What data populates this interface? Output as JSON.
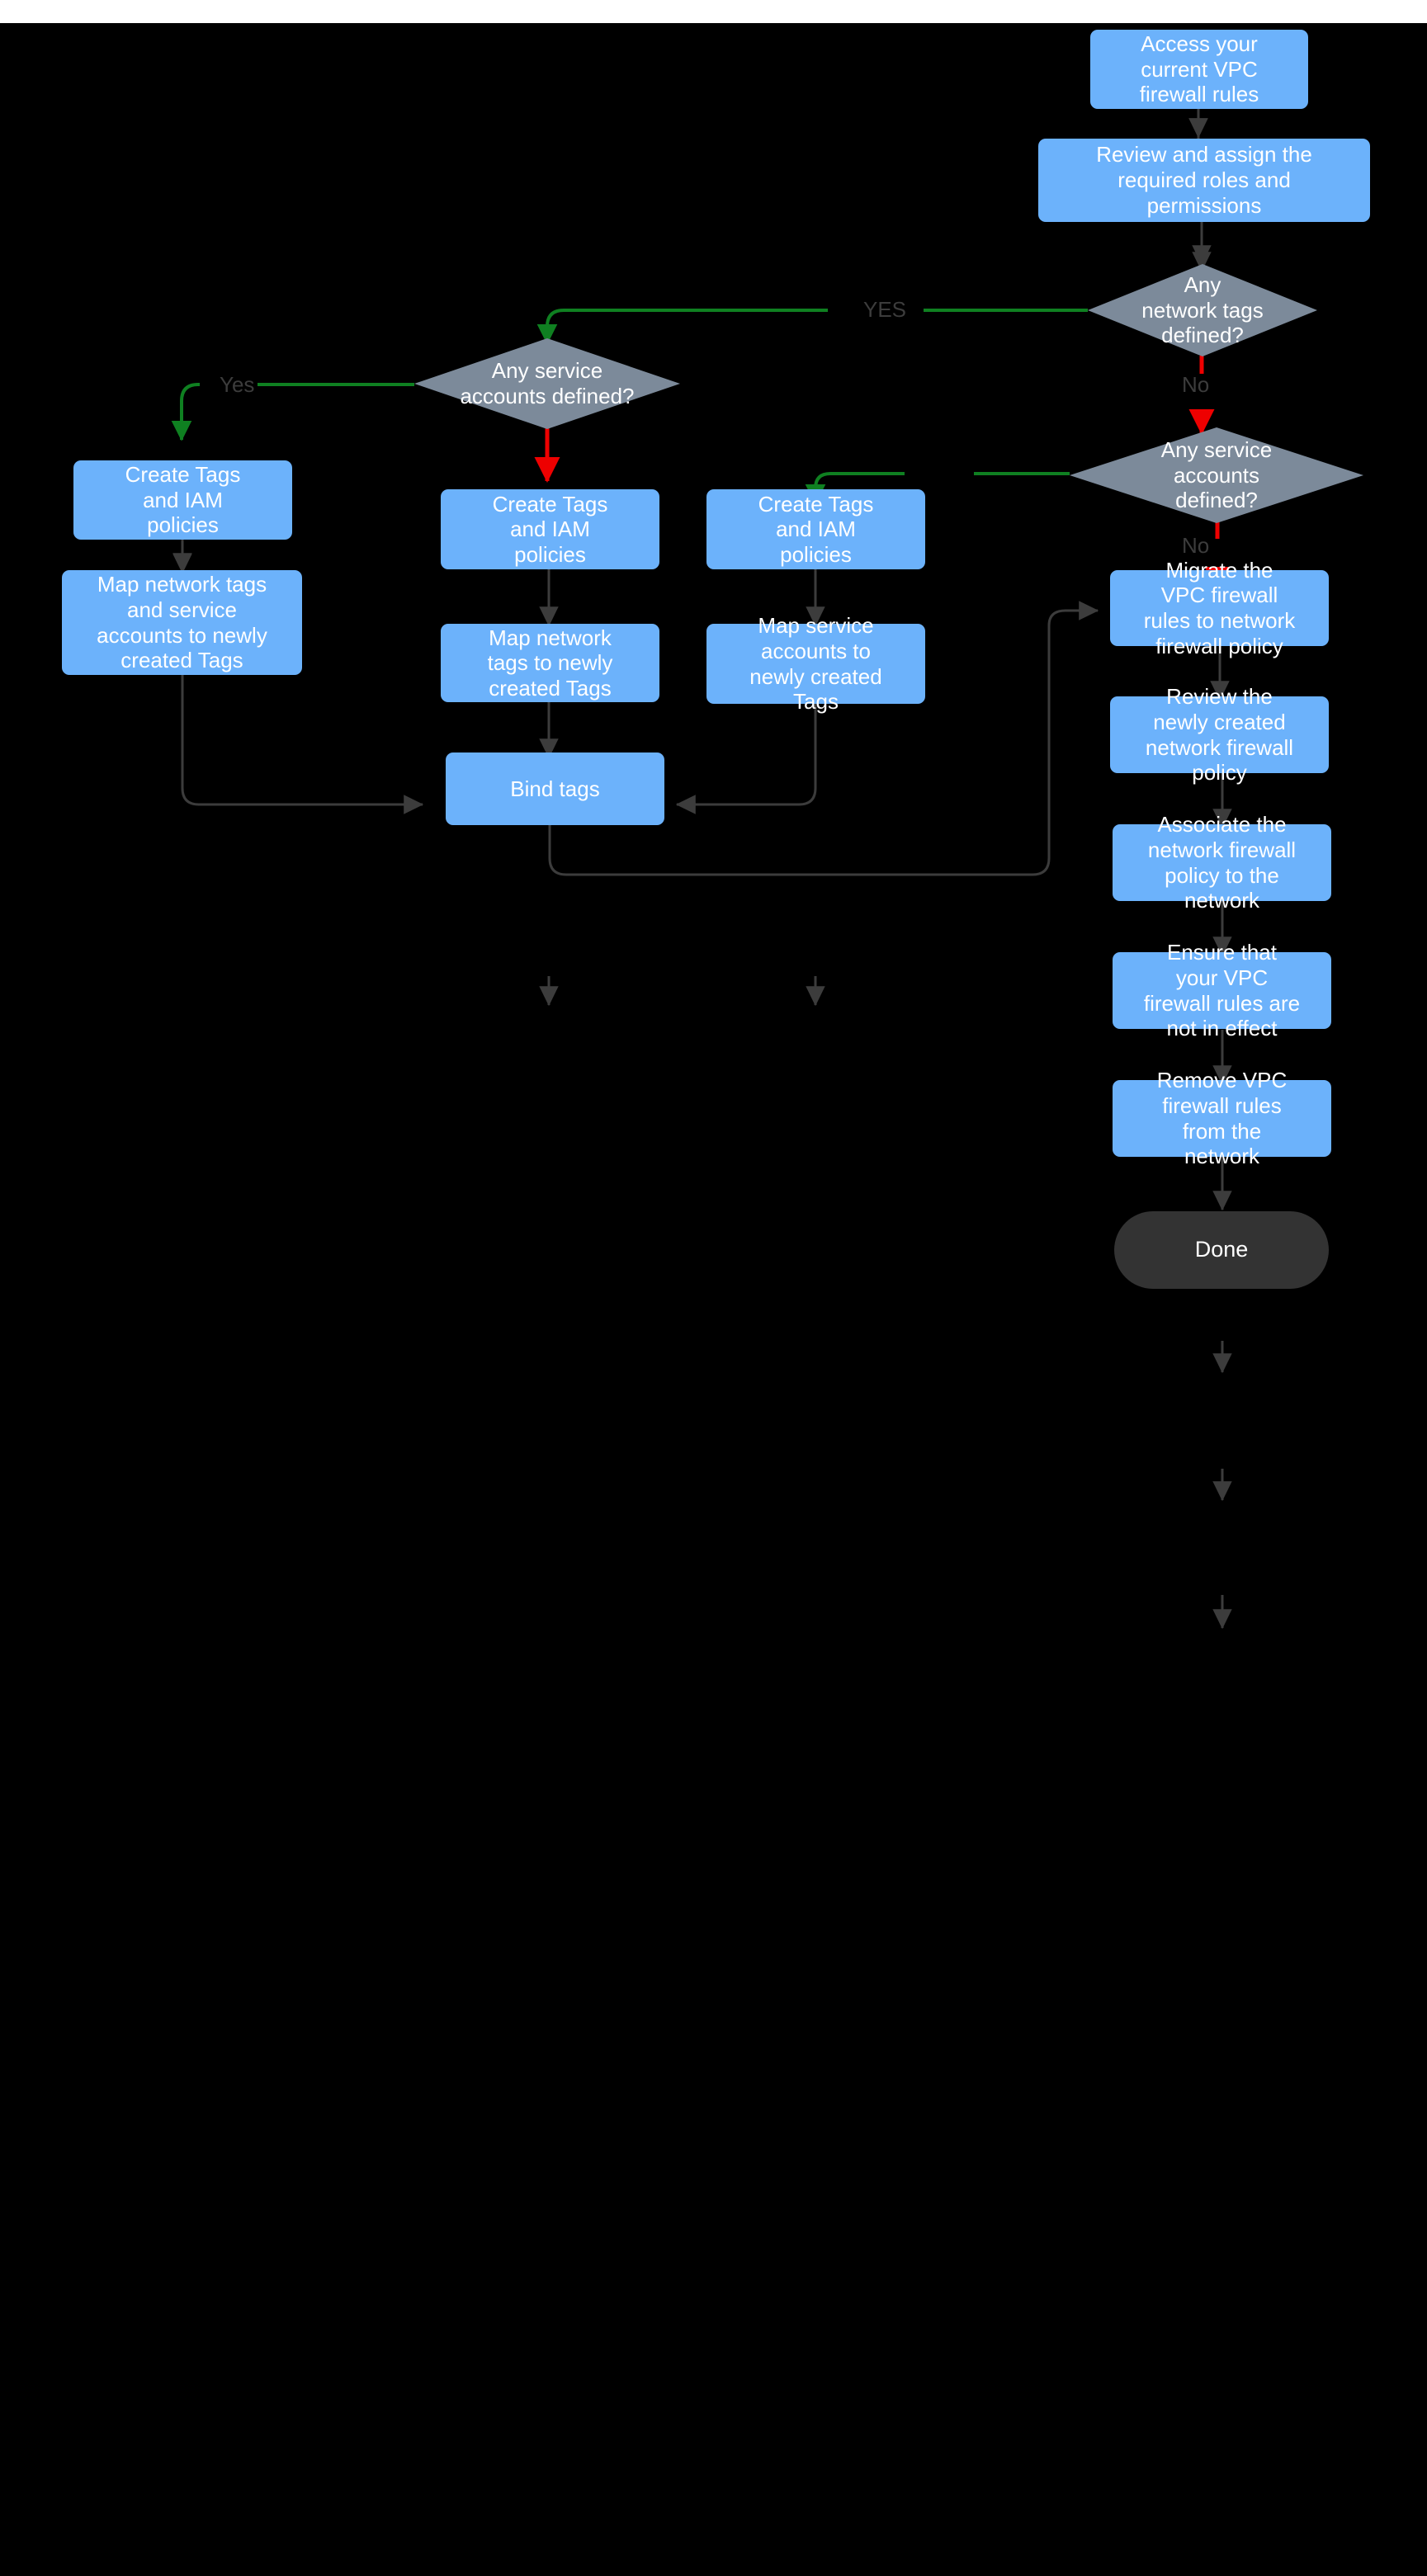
{
  "diagram": {
    "title": "VPC firewall rules to network firewall policy migration flowchart",
    "background": "#000000",
    "top_band": "#ffffff",
    "colors": {
      "process_fill": "#6CB2FB",
      "decision_fill": "#7C8A9A",
      "terminal_fill": "#333333",
      "node_text": "#ffffff",
      "edge_default": "#3c3c3c",
      "edge_yes": "#0f8021",
      "edge_no": "#ee0000",
      "edge_label_text": "#3c3c3c"
    }
  },
  "nodes": [
    {
      "id": "access_rules",
      "type": "process",
      "label": "Access your\ncurrent VPC\nfirewall rules"
    },
    {
      "id": "review_roles",
      "type": "process",
      "label": "Review and assign the\nrequired roles and\npermissions"
    },
    {
      "id": "q_network_tags",
      "type": "decision",
      "label": "Any\nnetwork tags\ndefined?"
    },
    {
      "id": "q_svc_left",
      "type": "decision",
      "label": "Any service\naccounts defined?"
    },
    {
      "id": "q_svc_right",
      "type": "decision",
      "label": "Any service\naccounts\ndefined?"
    },
    {
      "id": "create_tags_left",
      "type": "process",
      "label": "Create Tags\nand IAM\npolicies"
    },
    {
      "id": "map_both",
      "type": "process",
      "label": "Map network tags\nand service\naccounts to newly\ncreated Tags"
    },
    {
      "id": "create_tags_mid",
      "type": "process",
      "label": "Create Tags\nand IAM\npolicies"
    },
    {
      "id": "map_network_tags",
      "type": "process",
      "label": "Map network\ntags to newly\ncreated Tags"
    },
    {
      "id": "create_tags_third",
      "type": "process",
      "label": "Create Tags\nand IAM\npolicies"
    },
    {
      "id": "map_service_accts",
      "type": "process",
      "label": "Map service\naccounts  to\nnewly created\nTags"
    },
    {
      "id": "bind_tags",
      "type": "process",
      "label": "Bind tags"
    },
    {
      "id": "migrate_rules",
      "type": "process",
      "label": "Migrate the\nVPC firewall\nrules to network\nfirewall policy"
    },
    {
      "id": "review_policy",
      "type": "process",
      "label": "Review the\nnewly created\nnetwork firewall\npolicy"
    },
    {
      "id": "associate_policy",
      "type": "process",
      "label": "Associate the\nnetwork firewall\npolicy to the\nnetwork"
    },
    {
      "id": "ensure_not_effect",
      "type": "process",
      "label": "Ensure that\nyour VPC\nfirewall rules are\nnot in effect"
    },
    {
      "id": "remove_rules",
      "type": "process",
      "label": "Remove  VPC\nfirewall rules\nfrom the\nnetwork"
    },
    {
      "id": "done",
      "type": "terminal",
      "label": "Done"
    }
  ],
  "edge_labels": {
    "yes_network_tags": "YES",
    "no_network_tags": "No",
    "yes_service_left": "Yes",
    "no_service_right": "No"
  },
  "edges": [
    {
      "from": "access_rules",
      "to": "review_roles",
      "kind": "default"
    },
    {
      "from": "review_roles",
      "to": "q_network_tags",
      "kind": "default"
    },
    {
      "from": "q_network_tags",
      "to": "q_svc_left",
      "kind": "yes",
      "label": "YES"
    },
    {
      "from": "q_network_tags",
      "to": "q_svc_right",
      "kind": "no",
      "label": "No"
    },
    {
      "from": "q_svc_left",
      "to": "create_tags_left",
      "kind": "yes",
      "label": "Yes"
    },
    {
      "from": "q_svc_left",
      "to": "create_tags_mid",
      "kind": "no"
    },
    {
      "from": "q_svc_right",
      "to": "create_tags_third",
      "kind": "yes"
    },
    {
      "from": "q_svc_right",
      "to": "migrate_rules",
      "kind": "no",
      "label": "No"
    },
    {
      "from": "create_tags_left",
      "to": "map_both",
      "kind": "default"
    },
    {
      "from": "map_both",
      "to": "bind_tags",
      "kind": "default"
    },
    {
      "from": "create_tags_mid",
      "to": "map_network_tags",
      "kind": "default"
    },
    {
      "from": "map_network_tags",
      "to": "bind_tags",
      "kind": "default"
    },
    {
      "from": "create_tags_third",
      "to": "map_service_accts",
      "kind": "default"
    },
    {
      "from": "map_service_accts",
      "to": "bind_tags",
      "kind": "default"
    },
    {
      "from": "bind_tags",
      "to": "migrate_rules",
      "kind": "default"
    },
    {
      "from": "migrate_rules",
      "to": "review_policy",
      "kind": "default"
    },
    {
      "from": "review_policy",
      "to": "associate_policy",
      "kind": "default"
    },
    {
      "from": "associate_policy",
      "to": "ensure_not_effect",
      "kind": "default"
    },
    {
      "from": "ensure_not_effect",
      "to": "remove_rules",
      "kind": "default"
    },
    {
      "from": "remove_rules",
      "to": "done",
      "kind": "default"
    }
  ]
}
